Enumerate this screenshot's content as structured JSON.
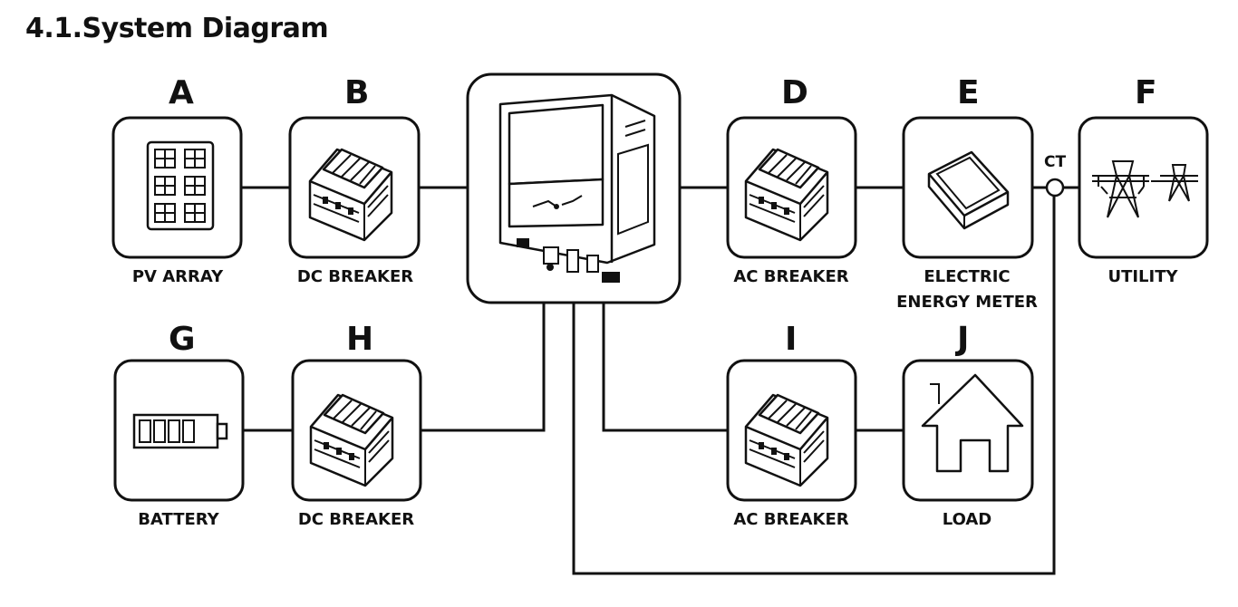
{
  "title": "4.1.System Diagram",
  "components": [
    {
      "id": "A",
      "letter": "A",
      "label": "PV ARRAY",
      "icon": "solar-panel-icon"
    },
    {
      "id": "B",
      "letter": "B",
      "label": "DC BREAKER",
      "icon": "breaker-icon"
    },
    {
      "id": "C",
      "letter": "",
      "label": "",
      "icon": "inverter-icon"
    },
    {
      "id": "D",
      "letter": "D",
      "label": "AC BREAKER",
      "icon": "breaker-icon"
    },
    {
      "id": "E",
      "letter": "E",
      "label_line1": "ELECTRIC",
      "label_line2": "ENERGY METER",
      "icon": "energy-meter-icon"
    },
    {
      "id": "F",
      "letter": "F",
      "label": "UTILITY",
      "icon": "utility-tower-icon"
    },
    {
      "id": "G",
      "letter": "G",
      "label": "BATTERY",
      "icon": "battery-icon"
    },
    {
      "id": "H",
      "letter": "H",
      "label": "DC BREAKER",
      "icon": "breaker-icon"
    },
    {
      "id": "I",
      "letter": "I",
      "label": "AC BREAKER",
      "icon": "breaker-icon"
    },
    {
      "id": "J",
      "letter": "J",
      "label": "LOAD",
      "icon": "house-icon"
    }
  ],
  "ct_label": "CT"
}
